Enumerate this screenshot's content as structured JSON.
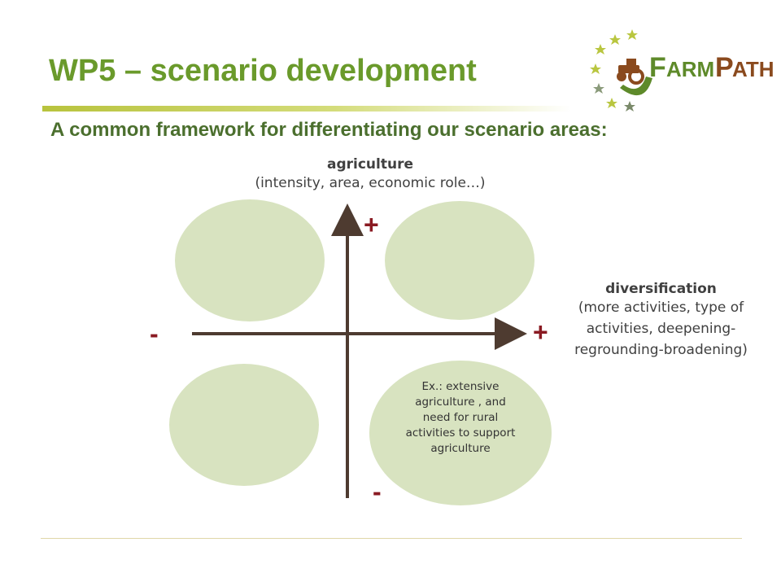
{
  "slide": {
    "title": "WP5 – scenario development",
    "subtitle": "A common framework for differentiating our scenario areas:"
  },
  "logo": {
    "text": "FarmPath",
    "star_color": "#b9c640",
    "brand_color": "#5e8a2a"
  },
  "axes": {
    "vertical": {
      "title": "agriculture",
      "description": "(intensity,  area, economic role…)",
      "plus": "+",
      "minus": "-"
    },
    "horizontal": {
      "title": "diversification",
      "description_lines": [
        "(more activities, type of",
        "activities, deepening-",
        "regrounding-broadening)"
      ],
      "plus": "+",
      "minus": "-"
    }
  },
  "quadrants": {
    "bottom_right_text": "Ex.: extensive agriculture , and need for rural activities to support agriculture"
  },
  "colors": {
    "title": "#6a9a2b",
    "subtitle": "#4b6f2e",
    "ellipse_fill": "#d8e3c0",
    "axis": "#4e3b30",
    "signs": "#8a1a22"
  }
}
